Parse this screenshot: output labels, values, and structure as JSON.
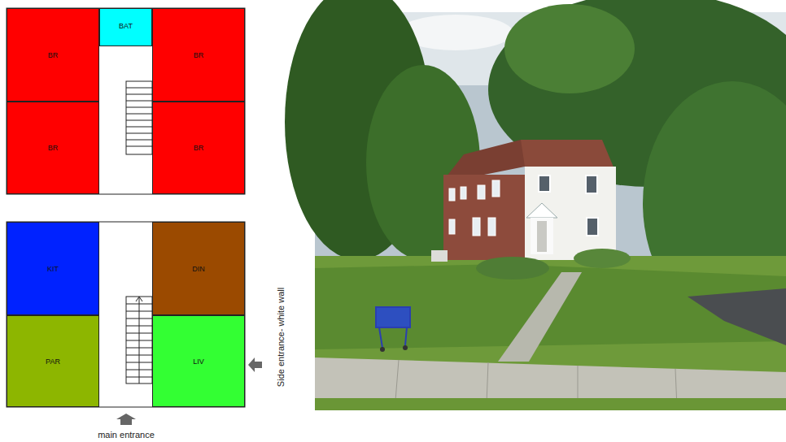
{
  "diagram": {
    "nodes": [
      {
        "text": [
          "BAT"
        ]
      },
      {
        "text": [
          "BR"
        ]
      },
      {
        "text": [
          "BR"
        ]
      },
      {
        "text": [
          "BR"
        ]
      },
      {
        "text": [
          "BR"
        ]
      },
      {
        "text": [
          "KIT"
        ]
      },
      {
        "text": [
          "DIN"
        ]
      },
      {
        "text": [
          "PAR"
        ]
      },
      {
        "text": [
          "LIV"
        ]
      }
    ],
    "labels": [
      "Side entrance- white wall",
      "main entrance"
    ]
  }
}
